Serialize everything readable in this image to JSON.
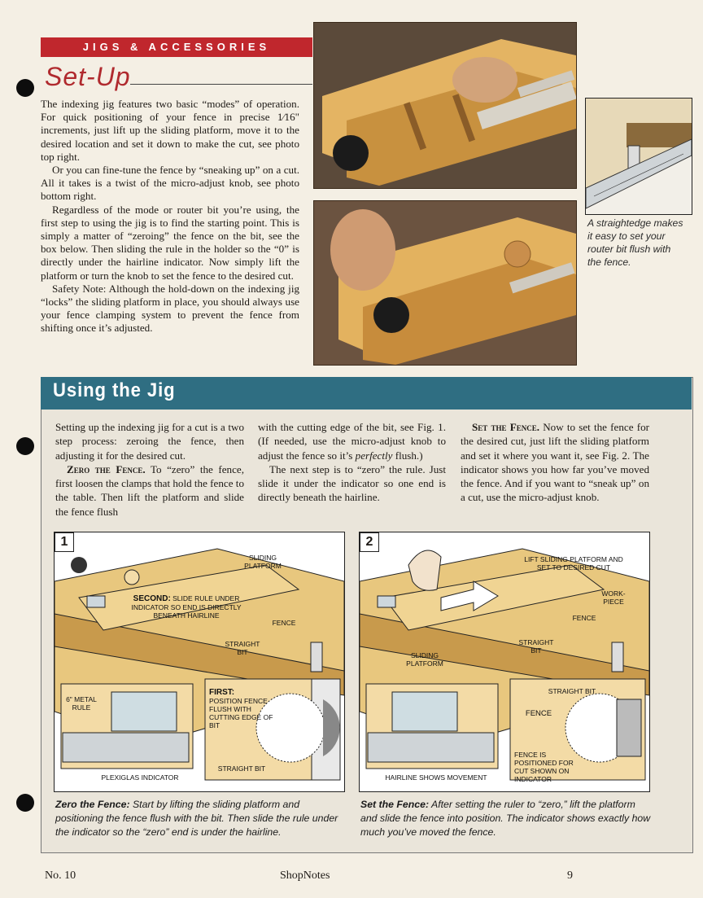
{
  "header": {
    "category": "JIGS & ACCESSORIES",
    "title": "Set-Up"
  },
  "setup_paragraphs": [
    "The indexing jig features two basic “modes” of operation. For quick positioning of your fence in precise 1⁄16\" increments, just lift up the sliding platform, move it to the desired location and set it down to make the cut, see photo top right.",
    "Or you can fine-tune the fence by “sneaking up” on a cut. All it takes is a twist of the micro-adjust knob, see photo bottom right.",
    "Regardless of the mode or router bit you’re using, the first step to using the jig is to find the starting point. This is simply a matter of “zeroing” the fence on the bit, see the box below. Then sliding the rule in the holder so the “0” is directly under the hairline indicator. Now simply lift the platform or turn the knob to set the fence to the desired cut.",
    "Safety Note: Although the hold-down on the indexing jig “locks” the sliding platform in place, you should always use your fence clamping system to prevent the fence from shifting once it’s adjusted."
  ],
  "inset_caption": "A straightedge makes it easy to set your router bit flush with the fence.",
  "box": {
    "title": "Using the Jig",
    "col1_p1": "Setting up the indexing jig for a cut is a two step process: zeroing the fence, then adjusting it for the desired cut.",
    "col1_p2_lead": "Zero the Fence.",
    "col1_p2": " To “zero” the fence, first loosen the clamps that hold the fence to the table. Then lift the platform and slide the fence flush",
    "col2_p1_a": "with the cutting edge of the bit, see Fig. 1. (If needed, use the micro-adjust knob to adjust the fence so it’s ",
    "col2_p1_em": "perfectly",
    "col2_p1_b": " flush.)",
    "col2_p2": "The next step is to “zero” the rule. Just slide it under the indicator so one end is directly beneath the hairline.",
    "col3_p1_lead": "Set the Fence.",
    "col3_p1": " Now to set the fence for the desired cut, just lift the sliding platform and set it where you want it, see Fig. 2. The indicator shows you how far you’ve moved the fence. And if you want to “sneak up” on a cut, use the micro-adjust knob."
  },
  "fig1": {
    "number": "1",
    "labels": {
      "sliding_platform": "SLIDING PLATFORM",
      "second_lead": "SECOND:",
      "second_text": " SLIDE RULE UNDER INDICATOR SO END IS DIRECTLY BENEATH HAIRLINE",
      "fence": "FENCE",
      "straight_bit": "STRAIGHT BIT",
      "metal_rule": "6\" METAL RULE",
      "first_lead": "FIRST:",
      "first_text": "POSITION FENCE FLUSH WITH CUTTING EDGE OF BIT",
      "straight_bit2": "STRAIGHT BIT",
      "plexiglas": "PLEXIGLAS INDICATOR"
    },
    "caption_lead": "Zero the Fence:",
    "caption": " Start by lifting the sliding platform and positioning the fence flush with the bit. Then slide the rule under the indicator so the “zero” end is under the hairline."
  },
  "fig2": {
    "number": "2",
    "labels": {
      "lift": "LIFT SLIDING PLATFORM AND SET TO DESIRED CUT",
      "workpiece": "WORK-PIECE",
      "fence": "FENCE",
      "straight_bit": "STRAIGHT BIT",
      "sliding_platform": "SLIDING PLATFORM",
      "straight_bit2": "STRAIGHT BIT",
      "fence2": "FENCE",
      "fence_positioned": "FENCE IS POSITIONED FOR CUT SHOWN ON INDICATOR",
      "hairline": "HAIRLINE SHOWS MOVEMENT"
    },
    "caption_lead": "Set the Fence:",
    "caption": " After setting the ruler to “zero,” lift the platform and slide the fence into position. The indicator shows exactly how much you’ve moved the fence."
  },
  "footer": {
    "issue": "No. 10",
    "publication": "ShopNotes",
    "page": "9"
  },
  "colors": {
    "accent_red": "#c0272d",
    "box_header": "#2f6e82",
    "figure_wood": "#e8c77e"
  }
}
